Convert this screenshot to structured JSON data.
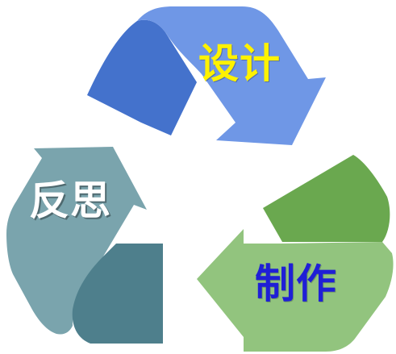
{
  "labels": {
    "design": "设计",
    "make": "制作",
    "feedback": "反思"
  },
  "colors": {
    "design_text": "#fff200",
    "make_text": "#1f1fd6",
    "feedback_text": "#ffffff",
    "blue_light": "#6f97e6",
    "blue_dark": "#4472cc",
    "green_light": "#92c47e",
    "green_dark": "#6aa84f",
    "teal_light": "#7aa4ad",
    "teal_dark": "#4e7f8c"
  }
}
